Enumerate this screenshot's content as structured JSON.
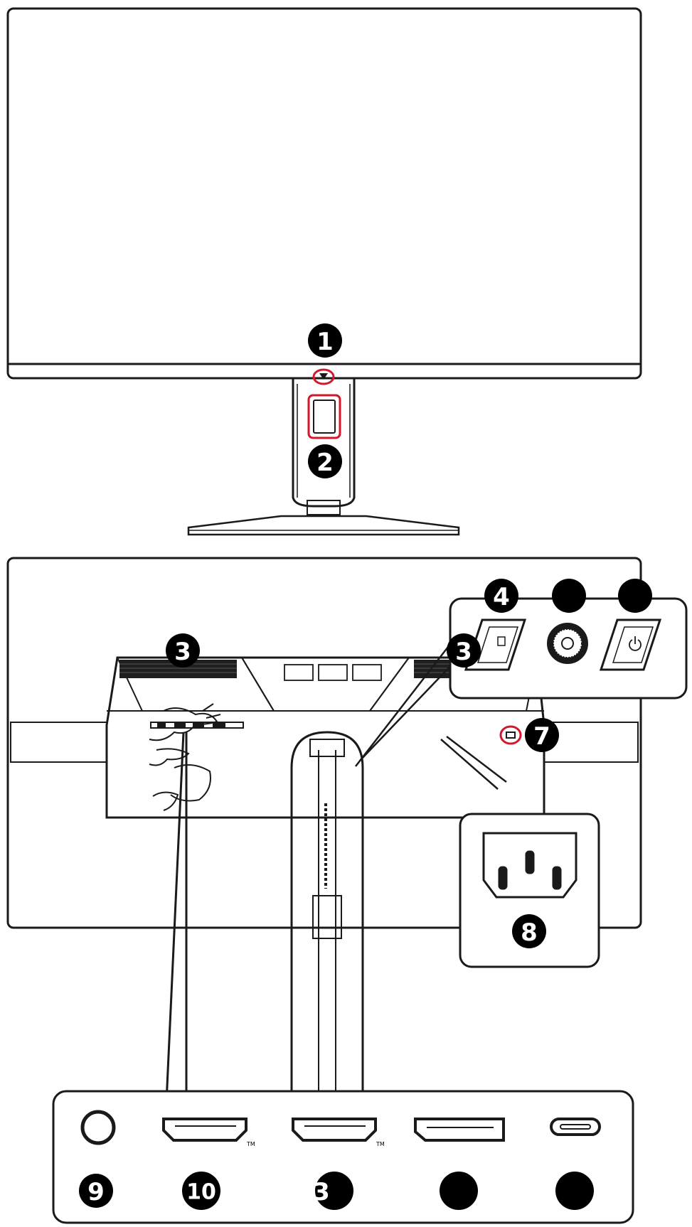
{
  "colors": {
    "line": "#1a1a1a",
    "highlight": "#d4182b",
    "badge": "#000000",
    "badge_text": "#ffffff",
    "grille": "#1f1f1f"
  },
  "front_view": {
    "callouts": [
      {
        "id": "1",
        "label": "1"
      },
      {
        "id": "2",
        "label": "2"
      }
    ]
  },
  "rear_view": {
    "callouts": [
      {
        "id": "3a",
        "label": "3"
      },
      {
        "id": "3b",
        "label": "3"
      },
      {
        "id": "4",
        "label": "4"
      },
      {
        "id": "5",
        "label": ""
      },
      {
        "id": "6",
        "label": ""
      },
      {
        "id": "7",
        "label": "7"
      },
      {
        "id": "8",
        "label": "8"
      }
    ],
    "icons": [
      "power-socket-icon",
      "joystick-icon",
      "power-button-icon",
      "logo-dragon-icon"
    ]
  },
  "ports_panel": {
    "callouts": [
      {
        "id": "9",
        "label": "9"
      },
      {
        "id": "10",
        "label": "10"
      },
      {
        "id": "11",
        "label": "3"
      },
      {
        "id": "12",
        "label": ""
      },
      {
        "id": "13",
        "label": ""
      }
    ],
    "ports": [
      {
        "name": "audio-jack-icon"
      },
      {
        "name": "hdmi-port-icon",
        "mark": "TM"
      },
      {
        "name": "hdmi-port-icon",
        "mark": "TM"
      },
      {
        "name": "displayport-icon"
      },
      {
        "name": "usb-c-port-icon"
      }
    ]
  }
}
